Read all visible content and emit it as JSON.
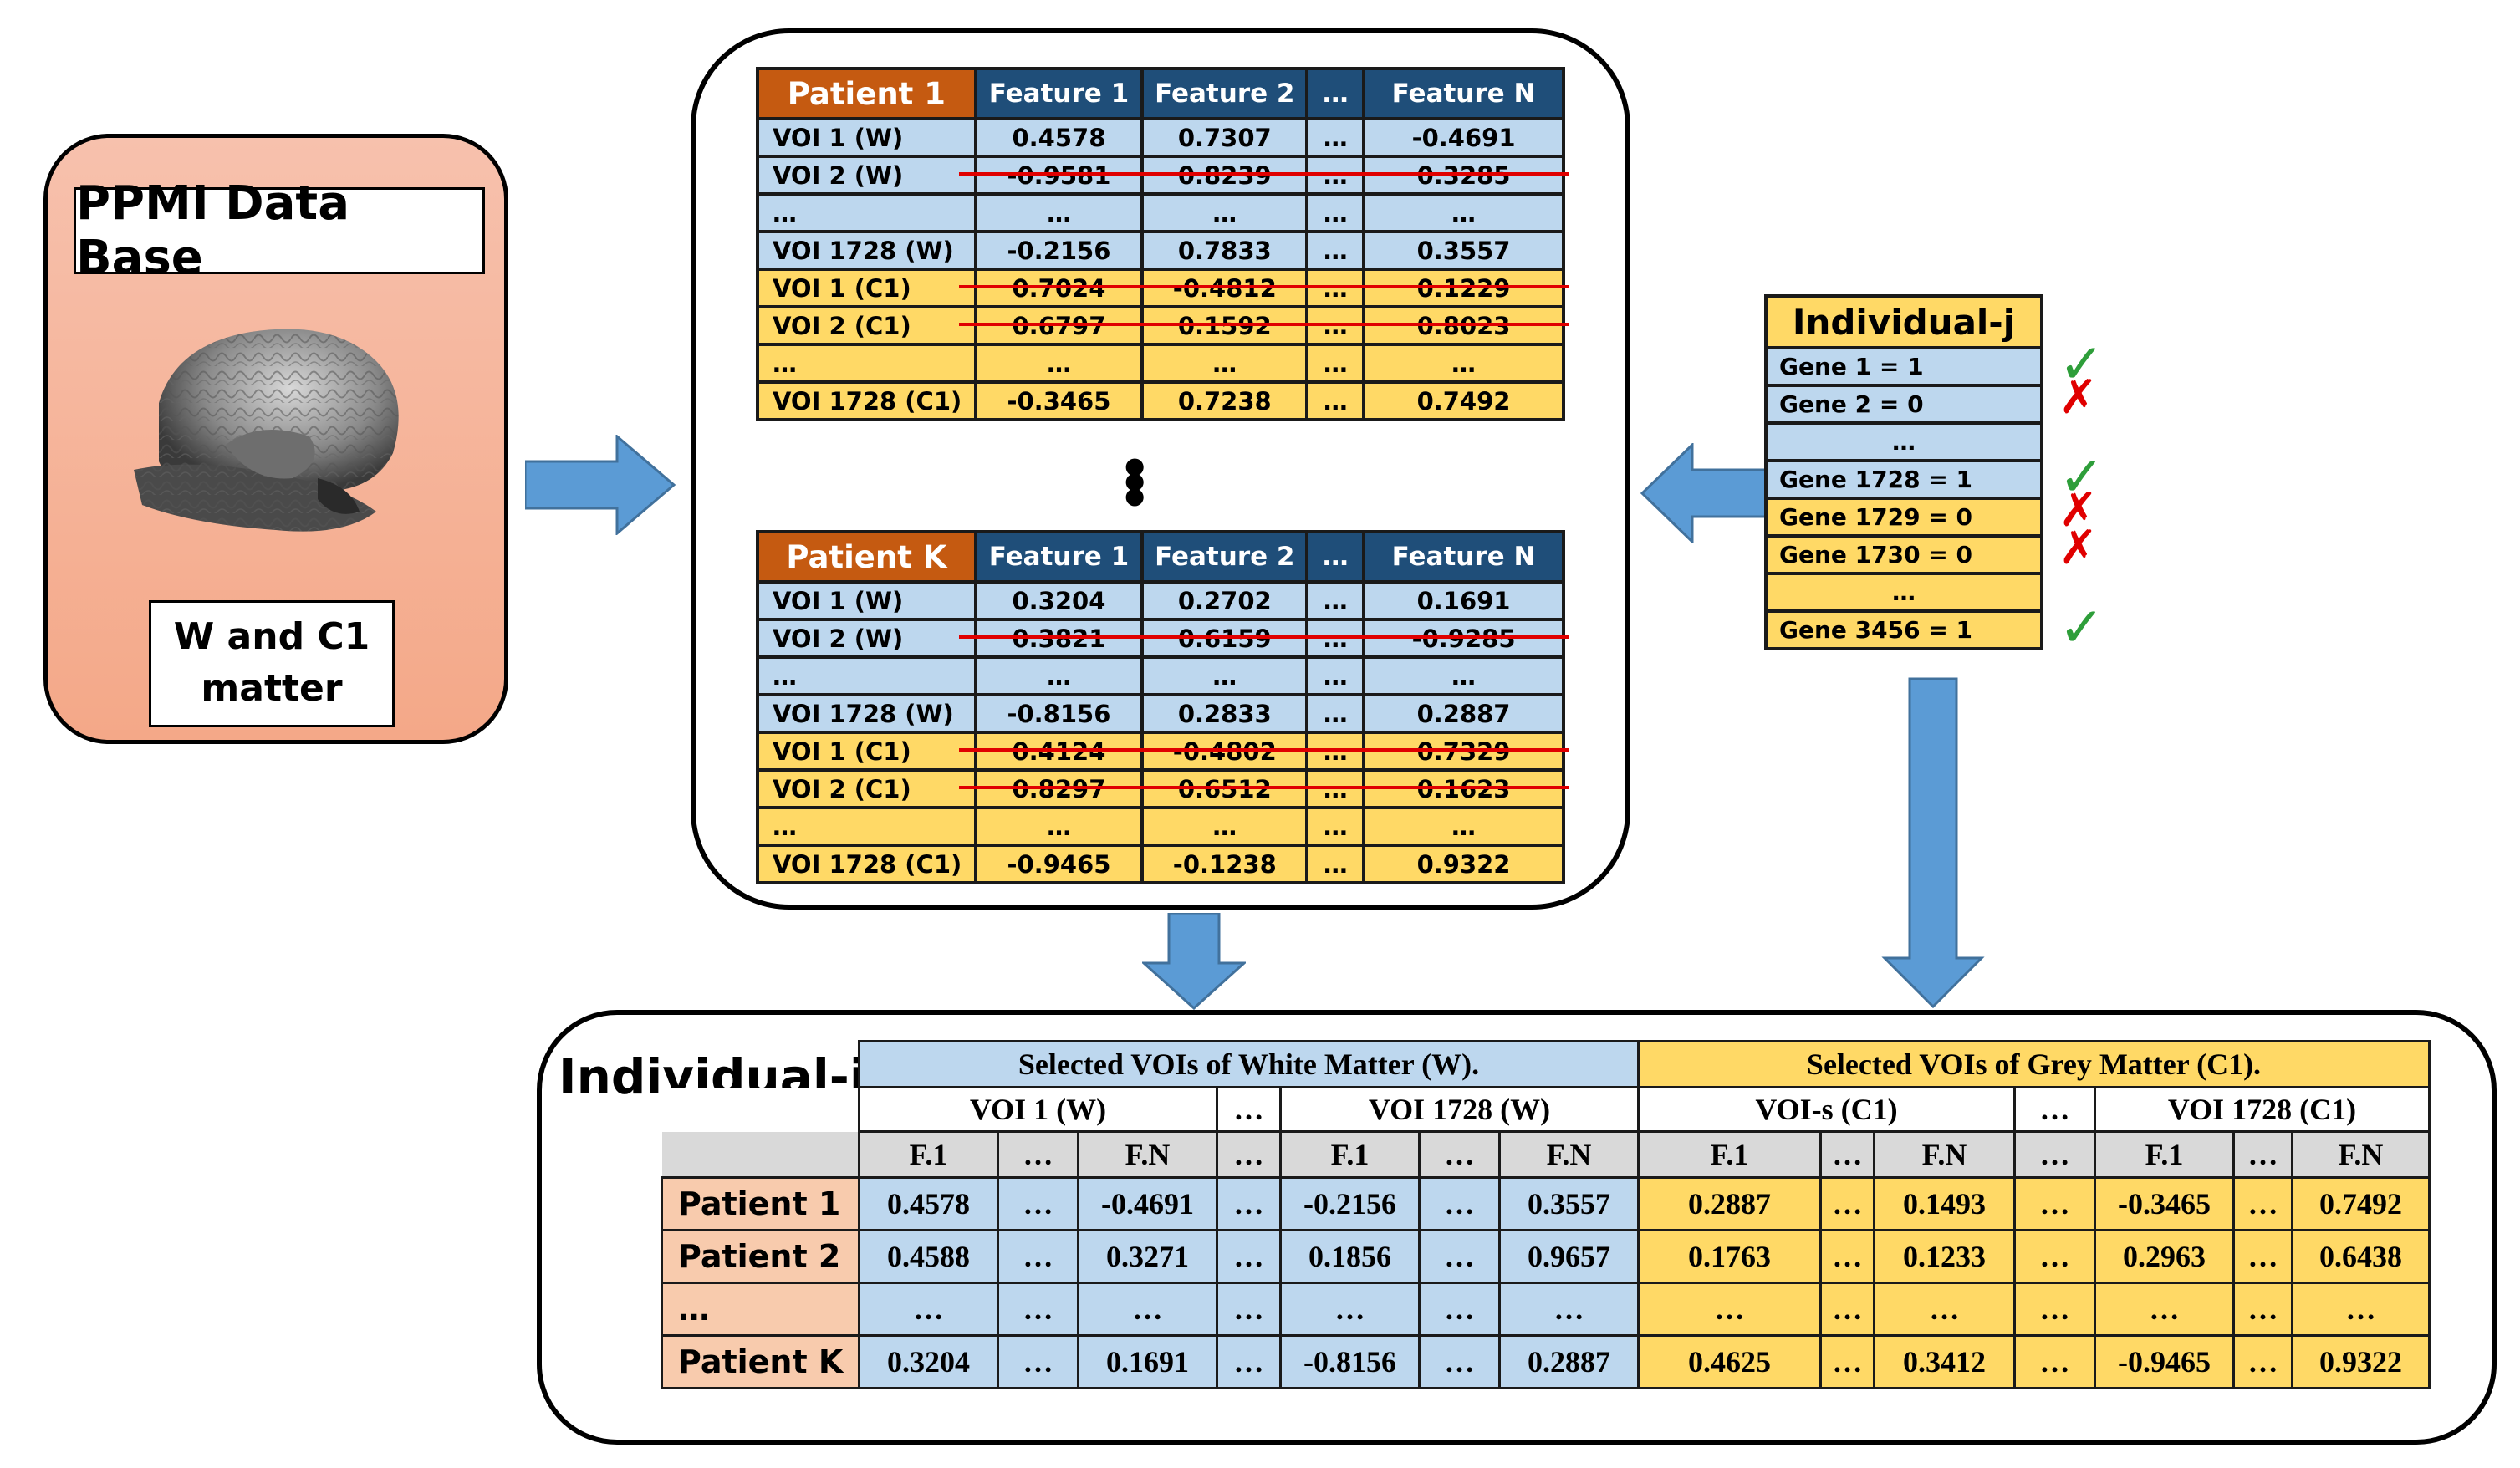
{
  "ppmi": {
    "title": "PPMI Data Base",
    "subtitle_line1": "W and C1",
    "subtitle_line2": "matter"
  },
  "patient_tables": [
    {
      "name": "Patient 1",
      "headers": [
        "Feature 1",
        "Feature 2",
        "…",
        "Feature N"
      ],
      "rows": [
        {
          "label": "VOI 1 (W)",
          "values": [
            "0.4578",
            "0.7307",
            "…",
            "-0.4691"
          ],
          "type": "w",
          "struck": false
        },
        {
          "label": "VOI 2 (W)",
          "values": [
            "-0.9581",
            "0.8239",
            "…",
            "0.3285"
          ],
          "type": "w",
          "struck": true
        },
        {
          "label": "…",
          "values": [
            "…",
            "…",
            "…",
            "…"
          ],
          "type": "w",
          "struck": false
        },
        {
          "label": "VOI 1728 (W)",
          "values": [
            "-0.2156",
            "0.7833",
            "…",
            "0.3557"
          ],
          "type": "w",
          "struck": false
        },
        {
          "label": "VOI 1 (C1)",
          "values": [
            "0.7024",
            "-0.4812",
            "…",
            "0.1229"
          ],
          "type": "c",
          "struck": true
        },
        {
          "label": "VOI 2 (C1)",
          "values": [
            "0.6797",
            "0.1592",
            "…",
            "0.8023"
          ],
          "type": "c",
          "struck": true
        },
        {
          "label": "…",
          "values": [
            "…",
            "…",
            "…",
            "…"
          ],
          "type": "c",
          "struck": false
        },
        {
          "label": "VOI 1728 (C1)",
          "values": [
            "-0.3465",
            "0.7238",
            "…",
            "0.7492"
          ],
          "type": "c",
          "struck": false
        }
      ]
    },
    {
      "name": "Patient K",
      "headers": [
        "Feature 1",
        "Feature 2",
        "…",
        "Feature N"
      ],
      "rows": [
        {
          "label": "VOI 1 (W)",
          "values": [
            "0.3204",
            "0.2702",
            "…",
            "0.1691"
          ],
          "type": "w",
          "struck": false
        },
        {
          "label": "VOI 2 (W)",
          "values": [
            "0.3821",
            "0.6159",
            "…",
            "-0.9285"
          ],
          "type": "w",
          "struck": true
        },
        {
          "label": "…",
          "values": [
            "…",
            "…",
            "…",
            "…"
          ],
          "type": "w",
          "struck": false
        },
        {
          "label": "VOI 1728 (W)",
          "values": [
            "-0.8156",
            "0.2833",
            "…",
            "0.2887"
          ],
          "type": "w",
          "struck": false
        },
        {
          "label": "VOI 1 (C1)",
          "values": [
            "0.4124",
            "-0.4802",
            "…",
            "0.7329"
          ],
          "type": "c",
          "struck": true
        },
        {
          "label": "VOI 2 (C1)",
          "values": [
            "0.8297",
            "0.6512",
            "…",
            "0.1623"
          ],
          "type": "c",
          "struck": true
        },
        {
          "label": "…",
          "values": [
            "…",
            "…",
            "…",
            "…"
          ],
          "type": "c",
          "struck": false
        },
        {
          "label": "VOI 1728 (C1)",
          "values": [
            "-0.9465",
            "-0.1238",
            "…",
            "0.9322"
          ],
          "type": "c",
          "struck": false
        }
      ]
    }
  ],
  "individual": {
    "title": "Individual-j",
    "genes": [
      {
        "label": "Gene 1 = 1",
        "type": "w",
        "mark": "ok"
      },
      {
        "label": "Gene 2 = 0",
        "type": "w",
        "mark": "no"
      },
      {
        "label": "…",
        "type": "w",
        "mark": ""
      },
      {
        "label": "Gene 1728 = 1",
        "type": "w",
        "mark": "ok"
      },
      {
        "label": "Gene 1729 = 0",
        "type": "c",
        "mark": "no"
      },
      {
        "label": "Gene 1730 = 0",
        "type": "c",
        "mark": "no"
      },
      {
        "label": "…",
        "type": "c",
        "mark": ""
      },
      {
        "label": "Gene 3456 = 1",
        "type": "c",
        "mark": "ok"
      }
    ],
    "mark_symbols": {
      "ok": "✓",
      "no": "✗"
    }
  },
  "result": {
    "title": "Individual-j",
    "white_header": "Selected VOIs of White Matter (W).",
    "grey_header": "Selected VOIs of Grey Matter (C1).",
    "voi_headers": [
      "VOI 1 (W)",
      "…",
      "VOI 1728 (W)",
      "VOI-s (C1)",
      "…",
      "VOI 1728 (C1)"
    ],
    "feature_headers": [
      "F.1",
      "…",
      "F.N",
      "…",
      "F.1",
      "…",
      "F.N",
      "F.1",
      "…",
      "F.N",
      "…",
      "F.1",
      "…",
      "F.N"
    ],
    "rows": [
      {
        "label": "Patient 1",
        "values": [
          "0.4578",
          "…",
          "-0.4691",
          "…",
          "-0.2156",
          "…",
          "0.3557",
          "0.2887",
          "…",
          "0.1493",
          "…",
          "-0.3465",
          "…",
          "0.7492"
        ]
      },
      {
        "label": "Patient 2",
        "values": [
          "0.4588",
          "…",
          "0.3271",
          "…",
          "0.1856",
          "…",
          "0.9657",
          "0.1763",
          "…",
          "0.1233",
          "…",
          "0.2963",
          "…",
          "0.6438"
        ]
      },
      {
        "label": "…",
        "values": [
          "…",
          "…",
          "…",
          "…",
          "…",
          "…",
          "…",
          "…",
          "…",
          "…",
          "…",
          "…",
          "…",
          "…"
        ]
      },
      {
        "label": "Patient K",
        "values": [
          "0.3204",
          "…",
          "0.1691",
          "…",
          "-0.8156",
          "…",
          "0.2887",
          "0.4625",
          "…",
          "0.3412",
          "…",
          "-0.9465",
          "…",
          "0.9322"
        ]
      }
    ]
  },
  "colors": {
    "blue_cell": "#bdd7ee",
    "yellow_cell": "#ffd966",
    "header_blue": "#1f4e79",
    "header_orange": "#c55a11",
    "patient_label": "#f8cbad",
    "arrow": "#5b9bd5",
    "strike": "#e00000",
    "check": "#2e9e3a"
  }
}
